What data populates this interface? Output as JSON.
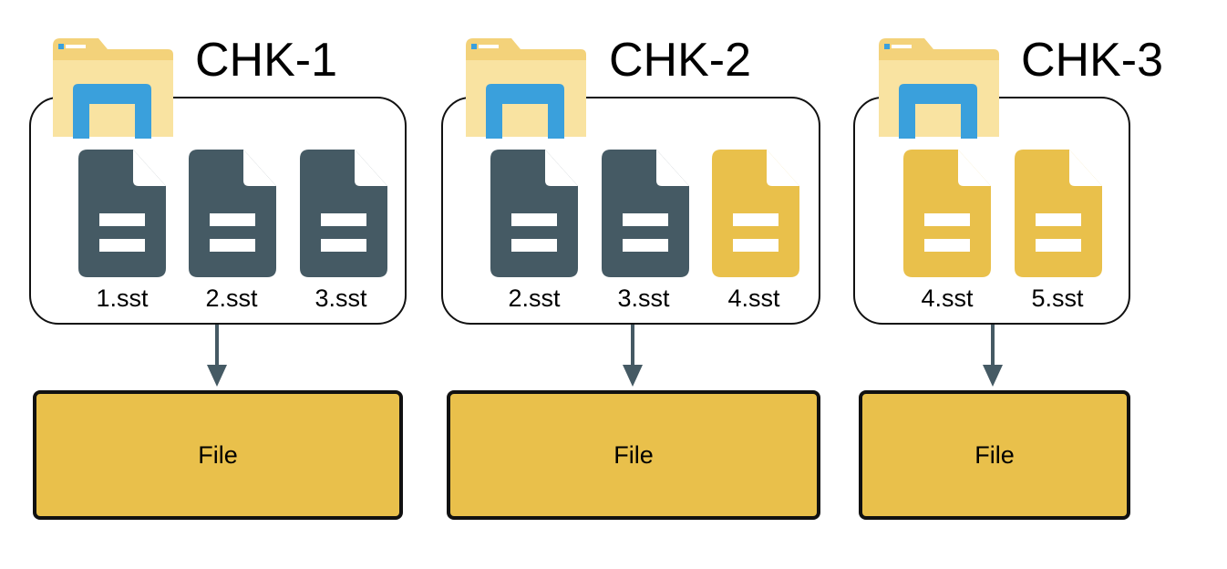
{
  "colors": {
    "existing_file": "#455a64",
    "new_file": "#e9c04b",
    "target_fill": "#e9c04b",
    "folder_body": "#f7dc8f",
    "folder_icon": "#3aa0dc"
  },
  "checkpoints": [
    {
      "title": "CHK-1",
      "files": [
        {
          "label": "1.sst",
          "status": "existing"
        },
        {
          "label": "2.sst",
          "status": "existing"
        },
        {
          "label": "3.sst",
          "status": "existing"
        }
      ],
      "target_label": "File"
    },
    {
      "title": "CHK-2",
      "files": [
        {
          "label": "2.sst",
          "status": "existing"
        },
        {
          "label": "3.sst",
          "status": "existing"
        },
        {
          "label": "4.sst",
          "status": "new"
        }
      ],
      "target_label": "File"
    },
    {
      "title": "CHK-3",
      "files": [
        {
          "label": "4.sst",
          "status": "new"
        },
        {
          "label": "5.sst",
          "status": "new"
        }
      ],
      "target_label": "File"
    }
  ]
}
